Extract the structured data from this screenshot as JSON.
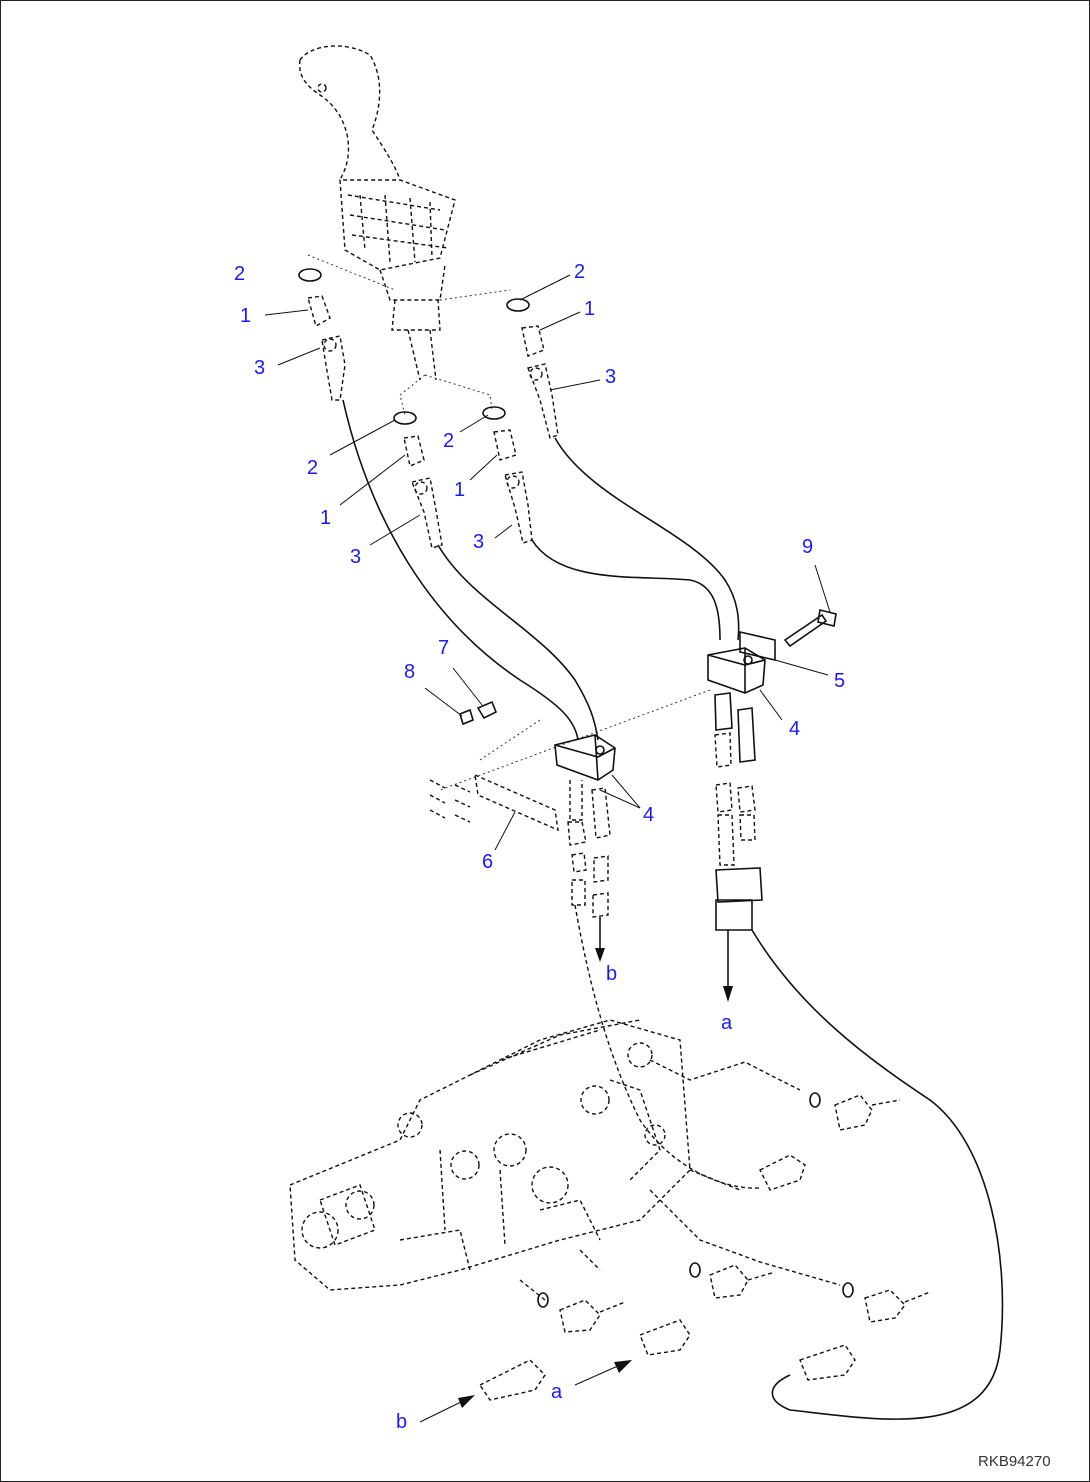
{
  "callouts": {
    "c2a": "2",
    "c1a": "1",
    "c3a": "3",
    "c2b": "2",
    "c1b": "1",
    "c3b": "3",
    "c2c": "2",
    "c1c": "1",
    "c3c": "3",
    "c2d": "2",
    "c1d": "1",
    "c3d": "3",
    "c9": "9",
    "c5": "5",
    "c4a": "4",
    "c4b": "4",
    "c7": "7",
    "c8": "8",
    "c6": "6"
  },
  "flow_labels": {
    "b_top": "b",
    "a_top": "a",
    "a_bottom": "a",
    "b_bottom": "b"
  },
  "figure_id": "RKB94270"
}
